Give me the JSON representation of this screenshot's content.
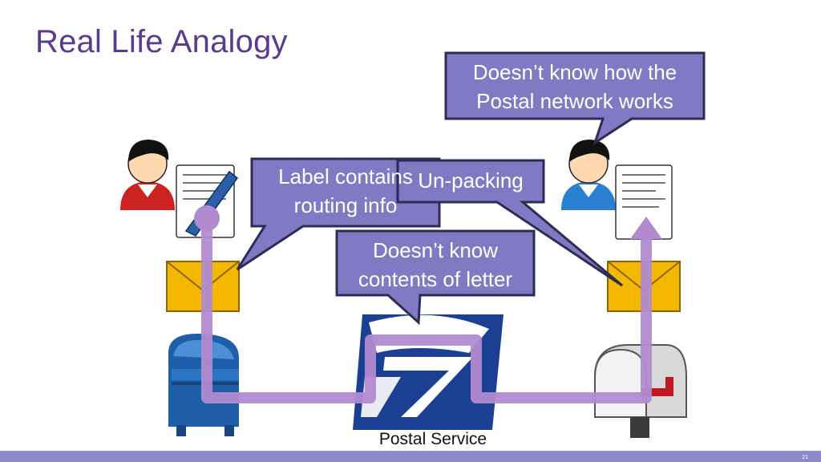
{
  "title": "Real Life Analogy",
  "callouts": {
    "sender_network": {
      "line1": "Doesn’t know how the",
      "line2": "Postal network works"
    },
    "label": {
      "line1": "Label contains",
      "line2": "routing info"
    },
    "unpacking": {
      "text": "Un-packing"
    },
    "contents": {
      "line1": "Doesn’t know",
      "line2": "contents of letter"
    }
  },
  "caption": "Postal Service",
  "slide_number": "21",
  "colors": {
    "title": "#5b3b8c",
    "callout_fill": "#8079c4",
    "callout_border": "#2e2b55",
    "path": "#b18ad0",
    "envelope": "#f5b800",
    "mailbox_blue": "#1f5ea8",
    "usps_blue": "#1b3f93",
    "footer": "#8e88cc"
  },
  "icons": [
    "person-sender-icon",
    "document-pen-icon",
    "person-receiver-icon",
    "document-icon",
    "envelope-icon",
    "blue-mailbox-icon",
    "usps-eagle-logo",
    "residential-mailbox-icon"
  ]
}
